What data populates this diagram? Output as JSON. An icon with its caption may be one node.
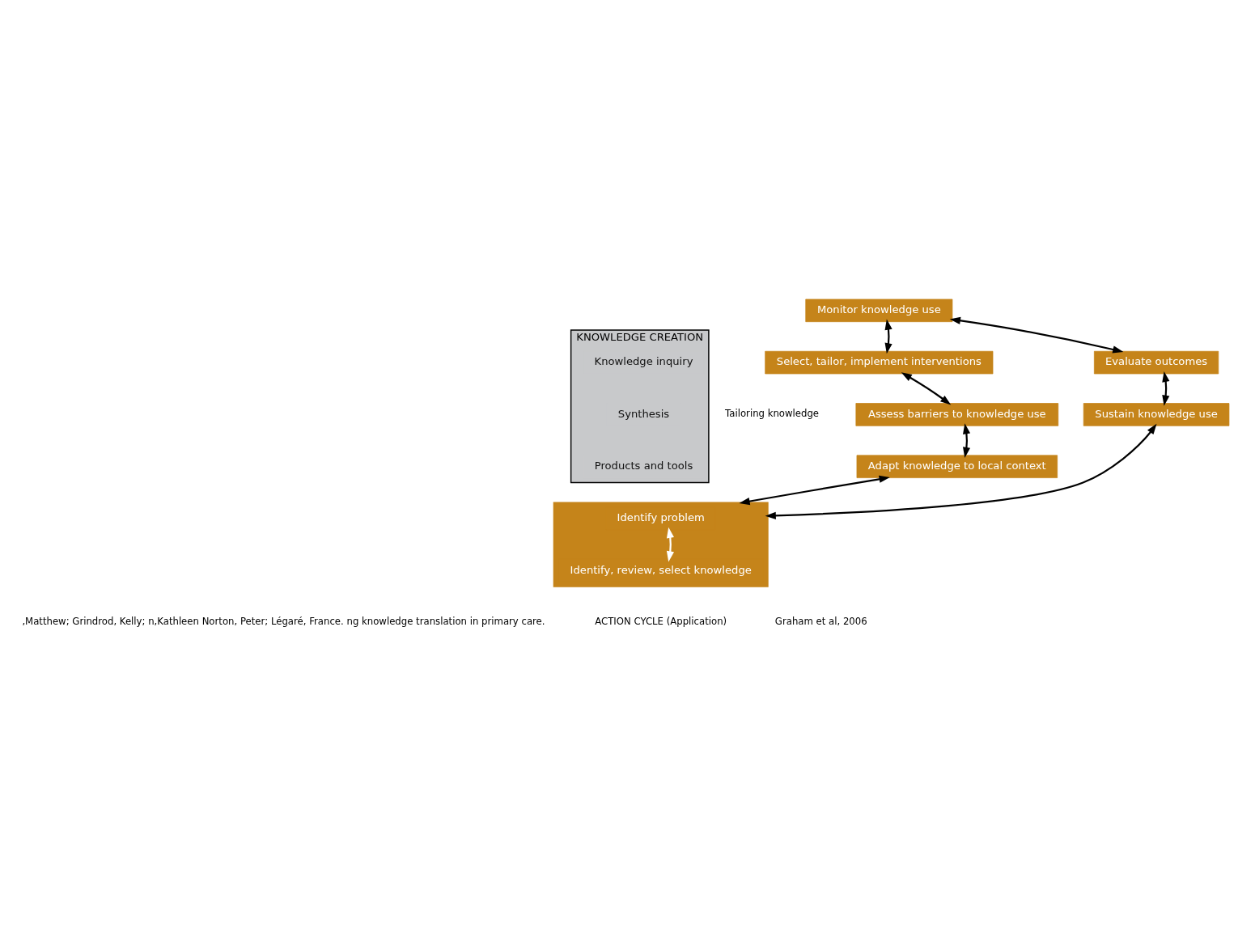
{
  "diagram": {
    "nodes": [
      {
        "text": [
          "Monitor knowledge use"
        ]
      },
      {
        "text": [
          "Evaluate outcomes"
        ]
      },
      {
        "text": [
          "Sustain knowledge use"
        ]
      },
      {
        "text": [],
        "shape": "box"
      },
      {
        "text": [
          "Identify problem"
        ],
        "in": 3
      },
      {
        "text": [
          "Identify, review, select knowledge"
        ],
        "in": 3
      },
      {
        "text": [
          "Adapt knowledge to local context"
        ]
      },
      {
        "text": [
          "Assess barriers to knowledge use"
        ]
      },
      {
        "text": [
          "Select, tailor, implement interventions"
        ]
      },
      {
        "text": [
          "KNOWLEDGE CREATION"
        ]
      },
      {
        "text": [
          "Knowledge inquiry"
        ],
        "in": 9
      },
      {
        "text": [
          "Synthesis"
        ],
        "in": 9
      },
      {
        "text": [
          "Products and tools"
        ],
        "in": 9
      }
    ],
    "edges": [
      {
        "from": 8,
        "to": 0,
        "arrow": "both"
      },
      {
        "from": 0,
        "to": 1,
        "arrow": "both"
      },
      {
        "from": 1,
        "to": 2,
        "arrow": "both"
      },
      {
        "from": 2,
        "to": 3,
        "arrow": "both"
      },
      {
        "from": 4,
        "to": 5,
        "arrow": "both",
        "color": "#ffffff"
      },
      {
        "from": 3,
        "to": 6,
        "arrow": "both"
      },
      {
        "from": 6,
        "to": 7,
        "arrow": "both"
      },
      {
        "from": 7,
        "to": 8,
        "arrow": "both"
      }
    ],
    "labels": [
      "Tailoring knowledge",
      ",Matthew; Grindrod, Kelly; n,Kathleen Norton, Peter; Légaré, France. ng knowledge translation in primary care.",
      "ACTION CYCLE (Application)",
      "Graham et al, 2006"
    ]
  }
}
